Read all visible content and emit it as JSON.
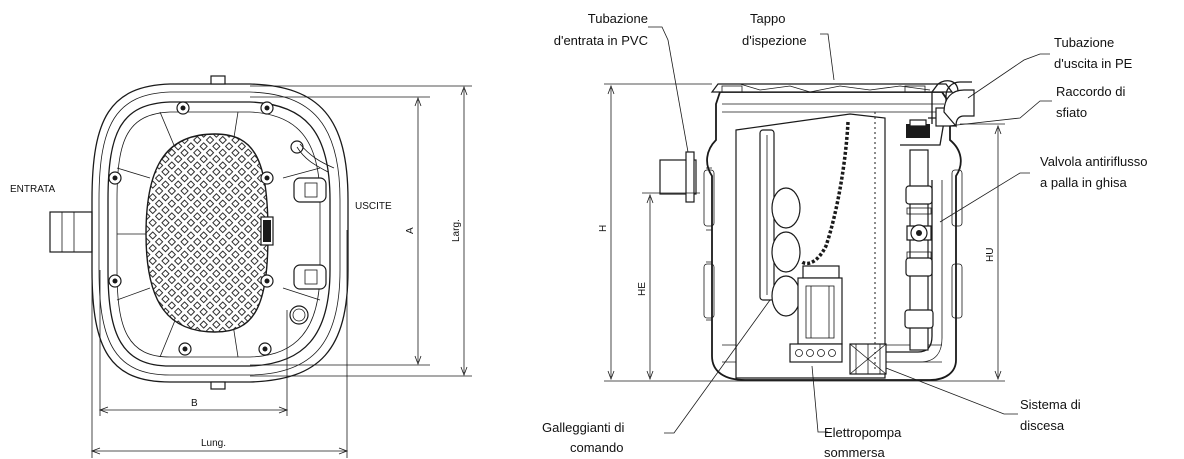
{
  "top_view": {
    "entrata": "ENTRATA",
    "uscite": "USCITE",
    "dim_a": "A",
    "dim_larg": "Larg.",
    "dim_b": "B",
    "dim_lung": "Lung."
  },
  "side_view": {
    "dim_h": "H",
    "dim_he": "HE",
    "dim_hu": "HU"
  },
  "labels": {
    "tubazione_entrata": [
      "Tubazione",
      "d'entrata in PVC"
    ],
    "tappo": [
      "Tappo",
      "d'ispezione"
    ],
    "tubazione_uscita": [
      "Tubazione",
      "d'uscita in PE"
    ],
    "raccordo": [
      "Raccordo di",
      "sfiato"
    ],
    "valvola": [
      "Valvola antiriflusso",
      "a palla in ghisa"
    ],
    "sistema": [
      "Sistema di",
      "discesa"
    ],
    "elettropompa": [
      "Elettropompa",
      "sommersa"
    ],
    "galleggianti": [
      "Galleggianti di",
      "comando"
    ]
  }
}
